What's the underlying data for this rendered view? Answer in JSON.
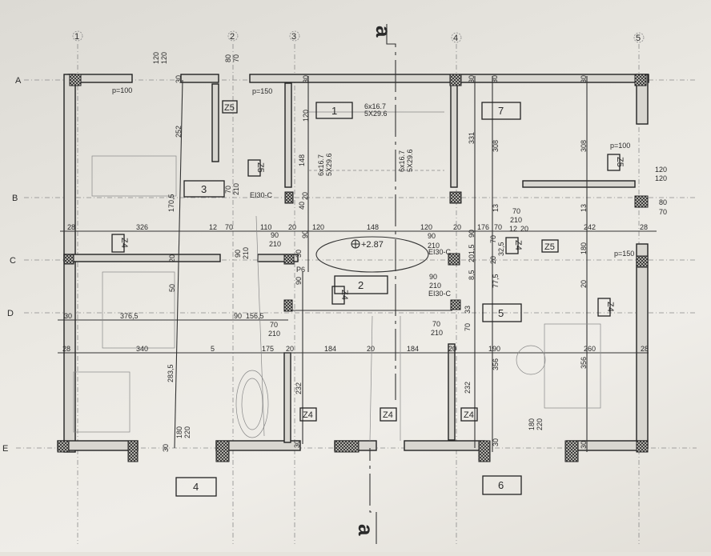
{
  "grid": {
    "cols": [
      "1",
      "2",
      "3",
      "4",
      "5"
    ],
    "rows": [
      "A",
      "B",
      "C",
      "D",
      "E"
    ]
  },
  "section_marker": "a",
  "rooms": [
    "1",
    "2",
    "3",
    "4",
    "5",
    "6",
    "7"
  ],
  "tags": {
    "z4": "Z4",
    "z5": "Z5"
  },
  "elevation": "+2.87",
  "fire_door": "EI30-C",
  "p6": "P6",
  "stair": {
    "a": "6x16.7",
    "b": "5X29.6"
  },
  "parapets": {
    "p100": "p=100",
    "p150": "p=150"
  },
  "openings": {
    "w120_120": [
      "120",
      "120"
    ],
    "w80_70": [
      "80",
      "70"
    ],
    "d90_210": [
      "90",
      "210"
    ],
    "d70_210": [
      "70",
      "210"
    ],
    "d180_220": [
      "180",
      "220"
    ]
  },
  "dims_row_b": [
    "28",
    "326",
    "12",
    "70",
    "110",
    "20",
    "120",
    "148",
    "120",
    "20",
    "176",
    "70",
    "12",
    "20",
    "242",
    "28"
  ],
  "dims_row_d": [
    "30",
    "376,5",
    "90",
    "156,5"
  ],
  "dims_row_e": [
    "28",
    "340",
    "5",
    "175",
    "20",
    "184",
    "20",
    "184",
    "20",
    "190",
    "260",
    "28"
  ],
  "dims_vertical": [
    "30",
    "252",
    "170,5",
    "20",
    "50",
    "283,5",
    "30",
    "30",
    "120",
    "148",
    "20",
    "40",
    "90",
    "30",
    "90",
    "232",
    "30",
    "30",
    "30",
    "30",
    "331",
    "308",
    "308",
    "13",
    "13",
    "70",
    "90",
    "32,5",
    "201,5",
    "20",
    "8,5",
    "77,5",
    "180",
    "20",
    "33",
    "70",
    "356",
    "356",
    "232",
    "30",
    "30"
  ]
}
